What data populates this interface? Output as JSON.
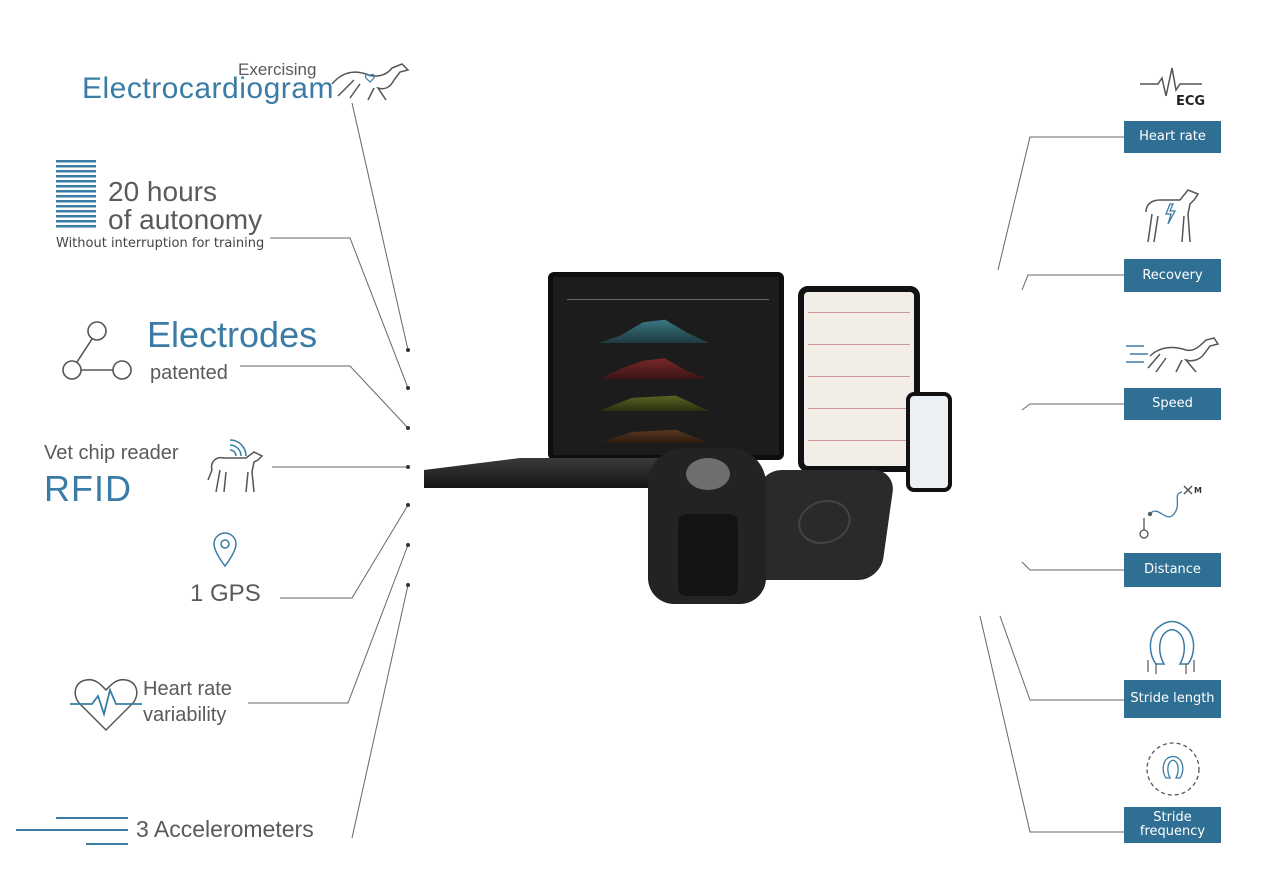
{
  "left": {
    "exercising": "Exercising",
    "electrocardiogram": "Electrocardiogram",
    "hours": "20 hours",
    "autonomy": "of autonomy",
    "without": "Without interruption for training",
    "electrodes": "Electrodes",
    "patented": "patented",
    "vet_chip": "Vet chip reader",
    "rfid": "RFID",
    "gps": "1 GPS",
    "hrv_1": "Heart rate",
    "hrv_2": "variability",
    "accel": "3 Accelerometers"
  },
  "right": {
    "ecg": "ECG",
    "heart_rate": "Heart rate",
    "recovery": "Recovery",
    "speed": "Speed",
    "distance": "Distance",
    "stride_length": "Stride length",
    "stride_frequency_1": "Stride",
    "stride_frequency_2": "frequency"
  },
  "colors": {
    "accent_blue": "#3a7ca5",
    "badge_blue": "#2f6f93",
    "line_gray": "#555555"
  },
  "icons": [
    "horse-heart-icon",
    "battery-bars-icon",
    "electrodes-triangle-icon",
    "rfid-horse-icon",
    "gps-pin-icon",
    "heart-ecg-icon",
    "motion-lines-icon",
    "ecg-wave-icon",
    "horse-lightning-icon",
    "galloping-horse-icon",
    "route-map-icon",
    "horseshoe-icon",
    "horseshoe-rotation-icon"
  ]
}
